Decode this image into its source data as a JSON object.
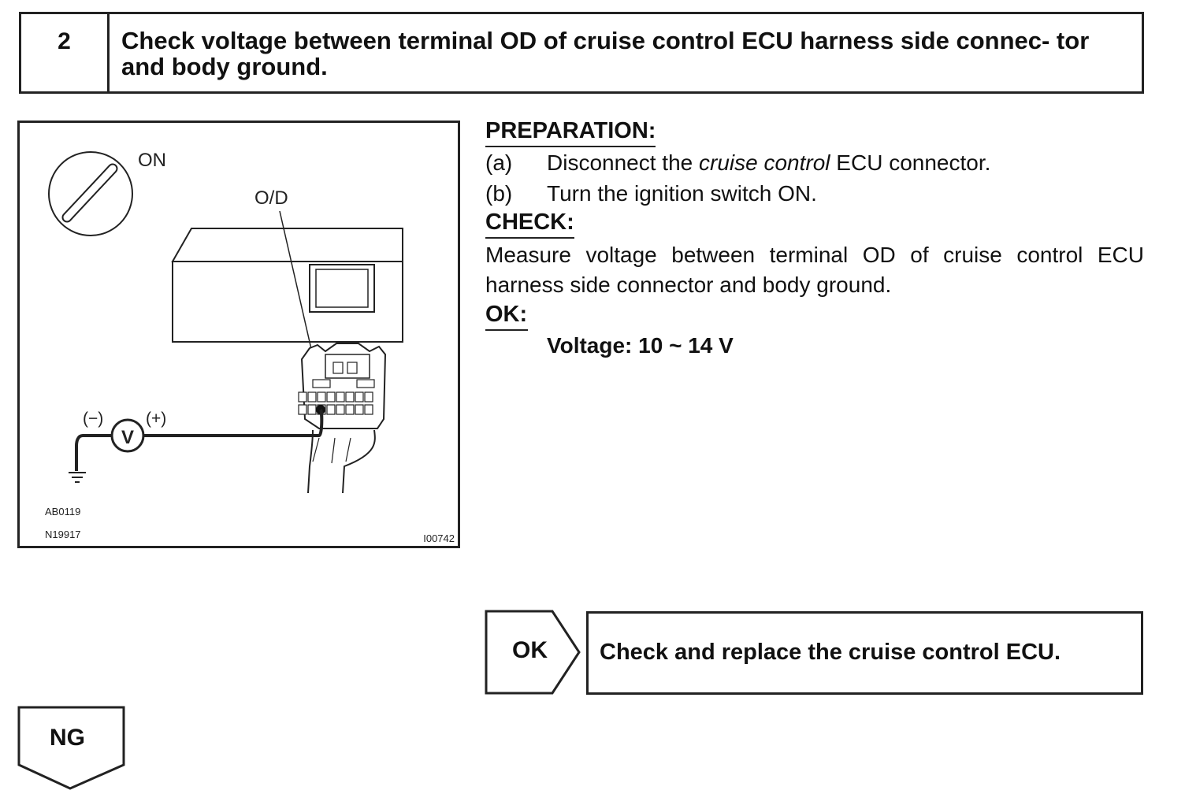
{
  "step": {
    "number": "2",
    "title": "Check voltage between terminal OD of cruise control ECU harness side connec- tor and body ground."
  },
  "figure": {
    "ignition_label": "ON",
    "terminal_label": "O/D",
    "neg_probe_label": "(−)",
    "pos_probe_label": "(+)",
    "meter_symbol": "V",
    "ref_codes": [
      "AB0119",
      "N19917"
    ],
    "figure_id": "I00742"
  },
  "preparation": {
    "heading": "PREPARATION:",
    "steps": [
      {
        "label": "(a)",
        "text_before": "Disconnect the ",
        "text_italic": "cruise control",
        "text_after": " ECU connector."
      },
      {
        "label": "(b)",
        "text": "Turn the ignition switch ON."
      }
    ]
  },
  "check": {
    "heading": "CHECK:",
    "text": "Measure voltage between terminal OD of cruise control ECU harness side connector and body ground."
  },
  "ok": {
    "heading": "OK:",
    "spec": "Voltage: 10 ~ 14 V"
  },
  "ok_branch": {
    "tag": "OK",
    "action": "Check and replace the cruise control ECU."
  },
  "ng_branch": {
    "tag": "NG"
  }
}
